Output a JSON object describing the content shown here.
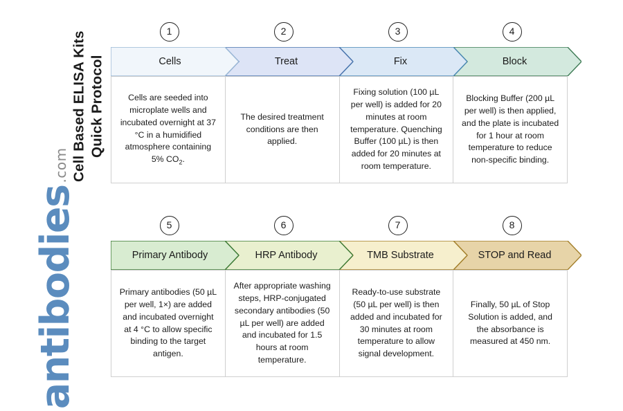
{
  "title": {
    "line1": "Cell Based ELISA Kits",
    "line2": "Quick Protocol"
  },
  "logo": {
    "word": "antibodies",
    "tld": ".com",
    "color": "#5b8cbe"
  },
  "rows": [
    {
      "id": "row-1",
      "steps": [
        {
          "number": "1",
          "label": "Cells",
          "fill": "#f1f6fb",
          "stroke": "#9bb8d6",
          "body": "Cells are seeded into microplate wells and incubated overnight at 37 °C in a humidified atmosphere containing 5% CO",
          "body_sub": "2",
          "body_tail": "."
        },
        {
          "number": "2",
          "label": "Treat",
          "fill": "#dde4f6",
          "stroke": "#4a74ad",
          "body": "The desired treatment conditions are then applied.",
          "body_sub": "",
          "body_tail": ""
        },
        {
          "number": "3",
          "label": "Fix",
          "fill": "#dbe8f6",
          "stroke": "#4a88b5",
          "body": "Fixing solution (100 µL per well) is added for 20 minutes at room temperature. Quenching Buffer (100 µL) is then added for 20 minutes at room temperature.",
          "body_sub": "",
          "body_tail": ""
        },
        {
          "number": "4",
          "label": "Block",
          "fill": "#d3e9de",
          "stroke": "#3d7a54",
          "body": "Blocking Buffer (200 µL per well) is then applied, and the plate is incubated for 1 hour at room temperature to reduce non-specific binding.",
          "body_sub": "",
          "body_tail": ""
        }
      ]
    },
    {
      "id": "row-2",
      "steps": [
        {
          "number": "5",
          "label": "Primary Antibody",
          "fill": "#d8ecd1",
          "stroke": "#3c7a35",
          "body": "Primary antibodies (50 µL per well, 1×) are added and incubated overnight at 4 °C to allow specific binding to the target antigen.",
          "body_sub": "",
          "body_tail": ""
        },
        {
          "number": "6",
          "label": "HRP Antibody",
          "fill": "#e9f0cf",
          "stroke": "#3c7a35",
          "body": "After appropriate washing steps, HRP-conjugated secondary antibodies (50 µL per well) are added and incubated for 1.5 hours at room temperature.",
          "body_sub": "",
          "body_tail": ""
        },
        {
          "number": "7",
          "label": "TMB Substrate",
          "fill": "#f6efcd",
          "stroke": "#a37f2a",
          "body": "Ready-to-use substrate (50 µL per well) is then added and incubated for 30 minutes at room temperature to allow signal development.",
          "body_sub": "",
          "body_tail": ""
        },
        {
          "number": "8",
          "label": "STOP and Read",
          "fill": "#e7d4a8",
          "stroke": "#a37f2a",
          "body": "Finally, 50 µL of Stop Solution is added, and the absorbance is measured at 450 nm.",
          "body_sub": "",
          "body_tail": ""
        }
      ]
    }
  ]
}
